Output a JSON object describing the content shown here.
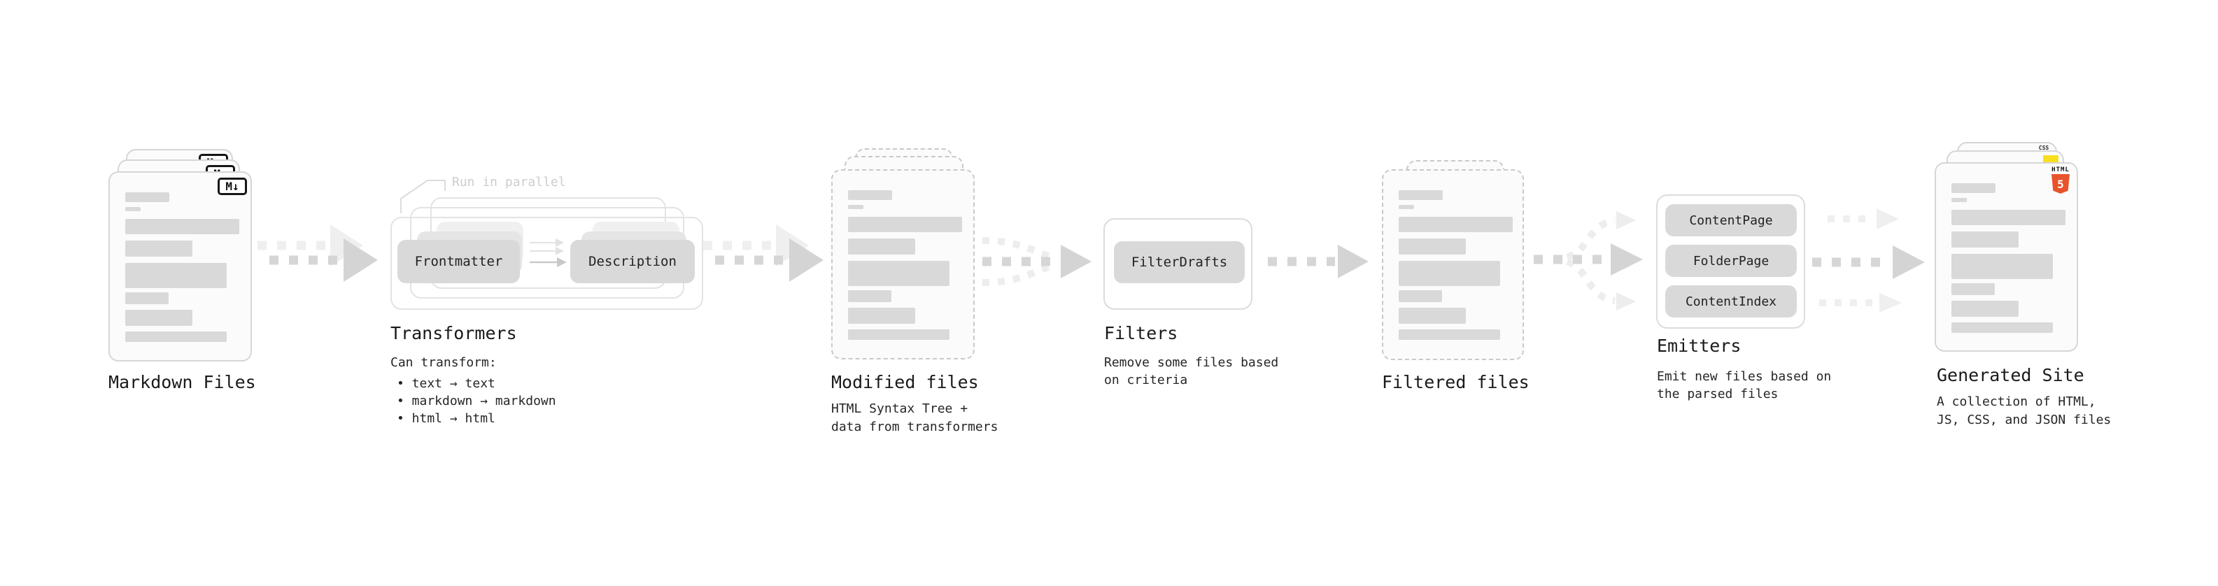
{
  "colors": {
    "card_border": "#d6d6d6",
    "placeholder_bar": "#d9d9d9",
    "pill_gray": "#d9d9d9",
    "arrow_dark": "#d6d6d6",
    "arrow_light": "#ededed",
    "html5_orange": "#e8532c",
    "js_yellow": "#f7df1e",
    "css_blue": "#2965f1"
  },
  "stages": {
    "markdown_files": {
      "label": "Markdown Files",
      "badge": "M↓"
    },
    "transformers": {
      "annotation": "Run in parallel",
      "node_frontmatter": "Frontmatter",
      "node_description": "Description",
      "label": "Transformers",
      "desc_title": "Can transform:",
      "bullet_1": "• text → text",
      "bullet_2": "• markdown → markdown",
      "bullet_3": "• html → html"
    },
    "modified_files": {
      "label": "Modified files",
      "description": "HTML Syntax Tree +\ndata from transformers"
    },
    "filters": {
      "label": "Filters",
      "node": "FilterDrafts",
      "description": "Remove some files based\non criteria"
    },
    "filtered_files": {
      "label": "Filtered files"
    },
    "emitters": {
      "label": "Emitters",
      "node_1": "ContentPage",
      "node_2": "FolderPage",
      "node_3": "ContentIndex",
      "description": "Emit new files based on\nthe parsed files"
    },
    "generated_site": {
      "label": "Generated Site",
      "description": "A collection of HTML,\nJS, CSS, and JSON files",
      "badge_css": "CSS",
      "badge_html": "HTML",
      "badge_html5": "5"
    }
  }
}
